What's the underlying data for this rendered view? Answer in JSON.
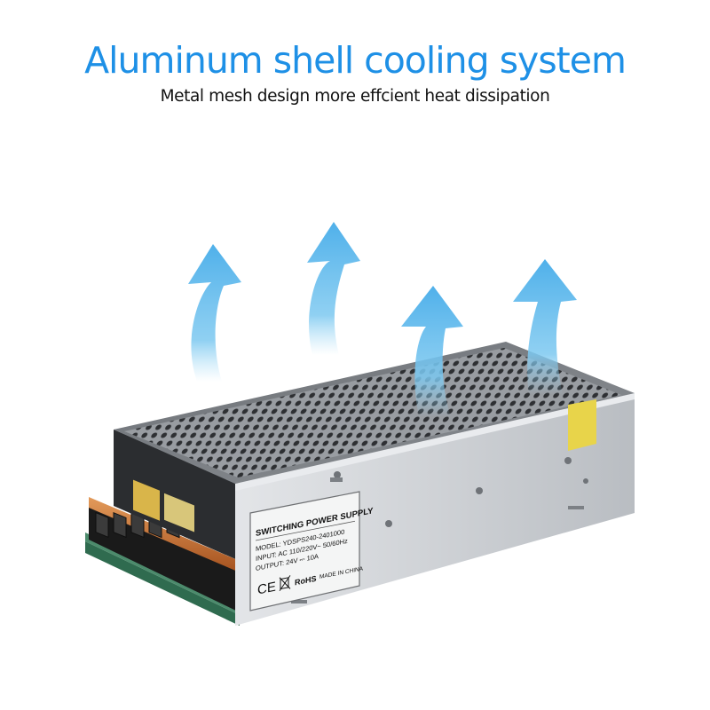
{
  "headline": "Aluminum shell cooling system",
  "subheadline": "Metal mesh design more effcient heat dissipation",
  "product_label": {
    "title": "SWITCHING POWER SUPPLY",
    "model": "MODEL: YDSPS240-2401000",
    "input": "INPUT: AC 110/220V~ 50/60Hz",
    "output": "OUTPUT: 24V ⎓ 10A",
    "ce_mark": "CE",
    "rohs_mark": "RoHS",
    "made_in": "MADE IN CHINA"
  },
  "colors": {
    "headline": "#1e90e6",
    "arrows": "#5bb8ec",
    "case": "#c9ccd0",
    "terminal": "#c8703a"
  },
  "icons": [
    "heat-arrow-icon",
    "ce-mark-icon",
    "weee-bin-icon"
  ]
}
